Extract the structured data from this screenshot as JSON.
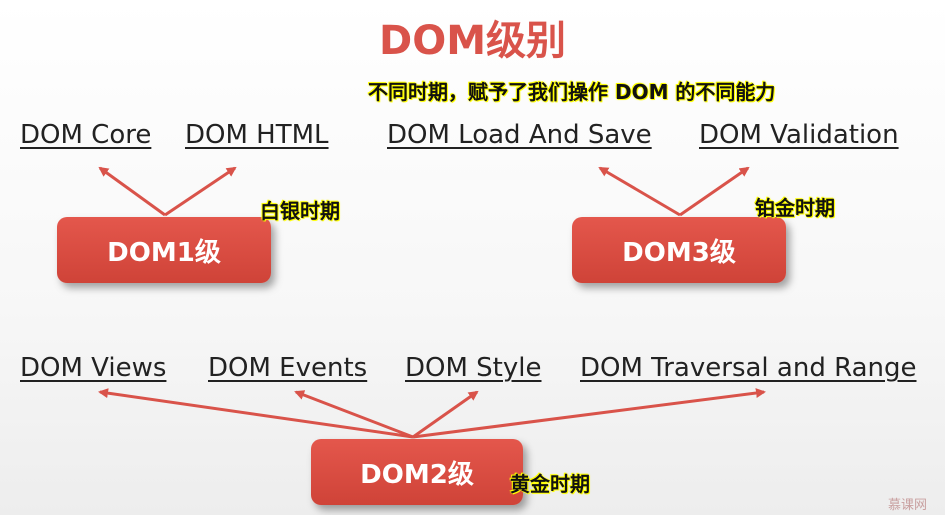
{
  "title": "DOM级别",
  "subtitle": "不同时期，赋予了我们操作 DOM 的不同能力",
  "levels": {
    "dom1": {
      "label": "DOM1级",
      "tag": "白银时期",
      "modules": [
        "DOM Core",
        "DOM HTML"
      ]
    },
    "dom3": {
      "label": "DOM3级",
      "tag": "铂金时期",
      "modules": [
        "DOM Load And Save",
        "DOM Validation"
      ]
    },
    "dom2": {
      "label": "DOM2级",
      "tag": "黄金时期",
      "modules": [
        "DOM Views",
        "DOM Events",
        "DOM Style",
        "DOM Traversal and Range"
      ]
    }
  },
  "watermark": "慕课网",
  "colors": {
    "title": "#d9534a",
    "box": "#d9534a",
    "arrow": "#d9534a",
    "tag_highlight": "#ffff00"
  }
}
